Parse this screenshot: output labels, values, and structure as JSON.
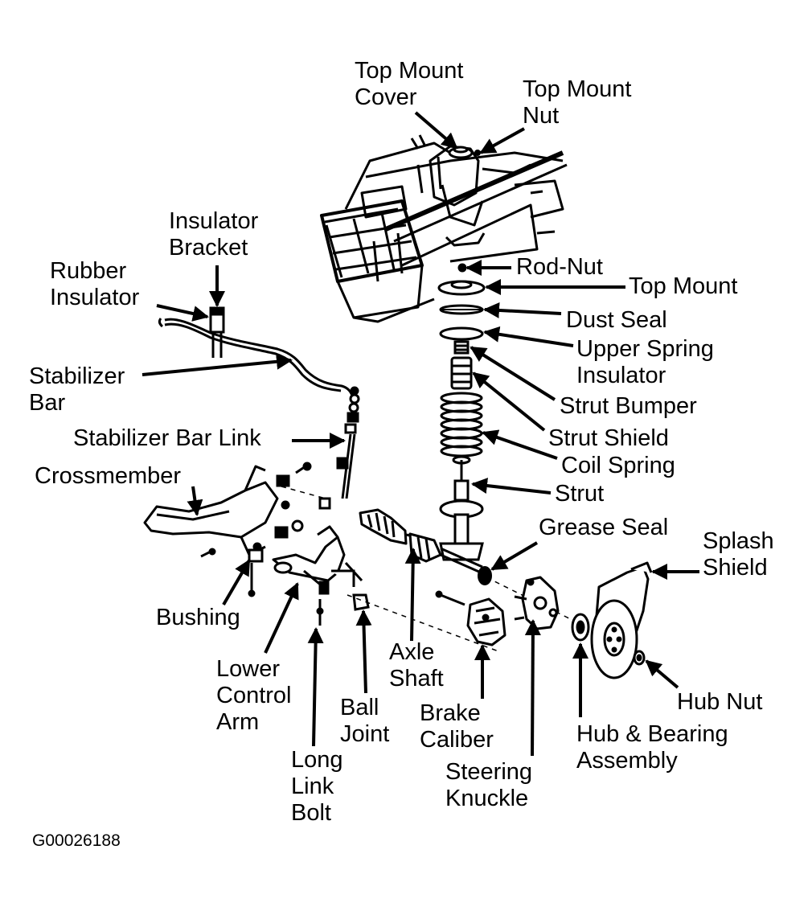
{
  "diagram": {
    "figure_id": "G00026188",
    "labels": {
      "top_mount_cover": [
        "Top Mount",
        "Cover"
      ],
      "top_mount_nut": [
        "Top Mount",
        "Nut"
      ],
      "insulator_bracket": [
        "Insulator",
        "Bracket"
      ],
      "rubber_insulator": [
        "Rubber",
        "Insulator"
      ],
      "rod_nut": [
        "Rod-Nut"
      ],
      "top_mount": [
        "Top Mount"
      ],
      "dust_seal": [
        "Dust Seal"
      ],
      "upper_spring_insulator": [
        "Upper Spring",
        "Insulator"
      ],
      "stabilizer_bar": [
        "Stabilizer",
        "Bar"
      ],
      "strut_bumper": [
        "Strut Bumper"
      ],
      "stabilizer_bar_link": [
        "Stabilizer Bar Link"
      ],
      "strut_shield": [
        "Strut Shield"
      ],
      "coil_spring": [
        "Coil Spring"
      ],
      "crossmember": [
        "Crossmember"
      ],
      "strut": [
        "Strut"
      ],
      "grease_seal": [
        "Grease Seal"
      ],
      "splash_shield": [
        "Splash",
        "Shield"
      ],
      "bushing": [
        "Bushing"
      ],
      "axle_shaft": [
        "Axle",
        "Shaft"
      ],
      "lower_control_arm": [
        "Lower",
        "Control",
        "Arm"
      ],
      "hub_nut": [
        "Hub Nut"
      ],
      "ball_joint": [
        "Ball",
        "Joint"
      ],
      "brake_caliber": [
        "Brake",
        "Caliber"
      ],
      "hub_bearing_assembly": [
        "Hub & Bearing",
        "Assembly"
      ],
      "steering_knuckle": [
        "Steering",
        "Knuckle"
      ],
      "long_link_bolt": [
        "Long",
        "Link",
        "Bolt"
      ]
    }
  }
}
